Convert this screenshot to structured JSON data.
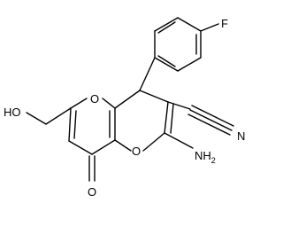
{
  "molecule": {
    "atoms": {
      "fluorine": "F",
      "hydroxyl": "HO",
      "ring_oxygen_top": "O",
      "ring_oxygen_bottom": "O",
      "nitrile_nitrogen": "N",
      "amino": "NH",
      "amino_subscript": "2",
      "carbonyl_oxygen": "O"
    },
    "colors": {
      "bond": "#000000",
      "label": "#000000",
      "background": "#ffffff"
    }
  }
}
